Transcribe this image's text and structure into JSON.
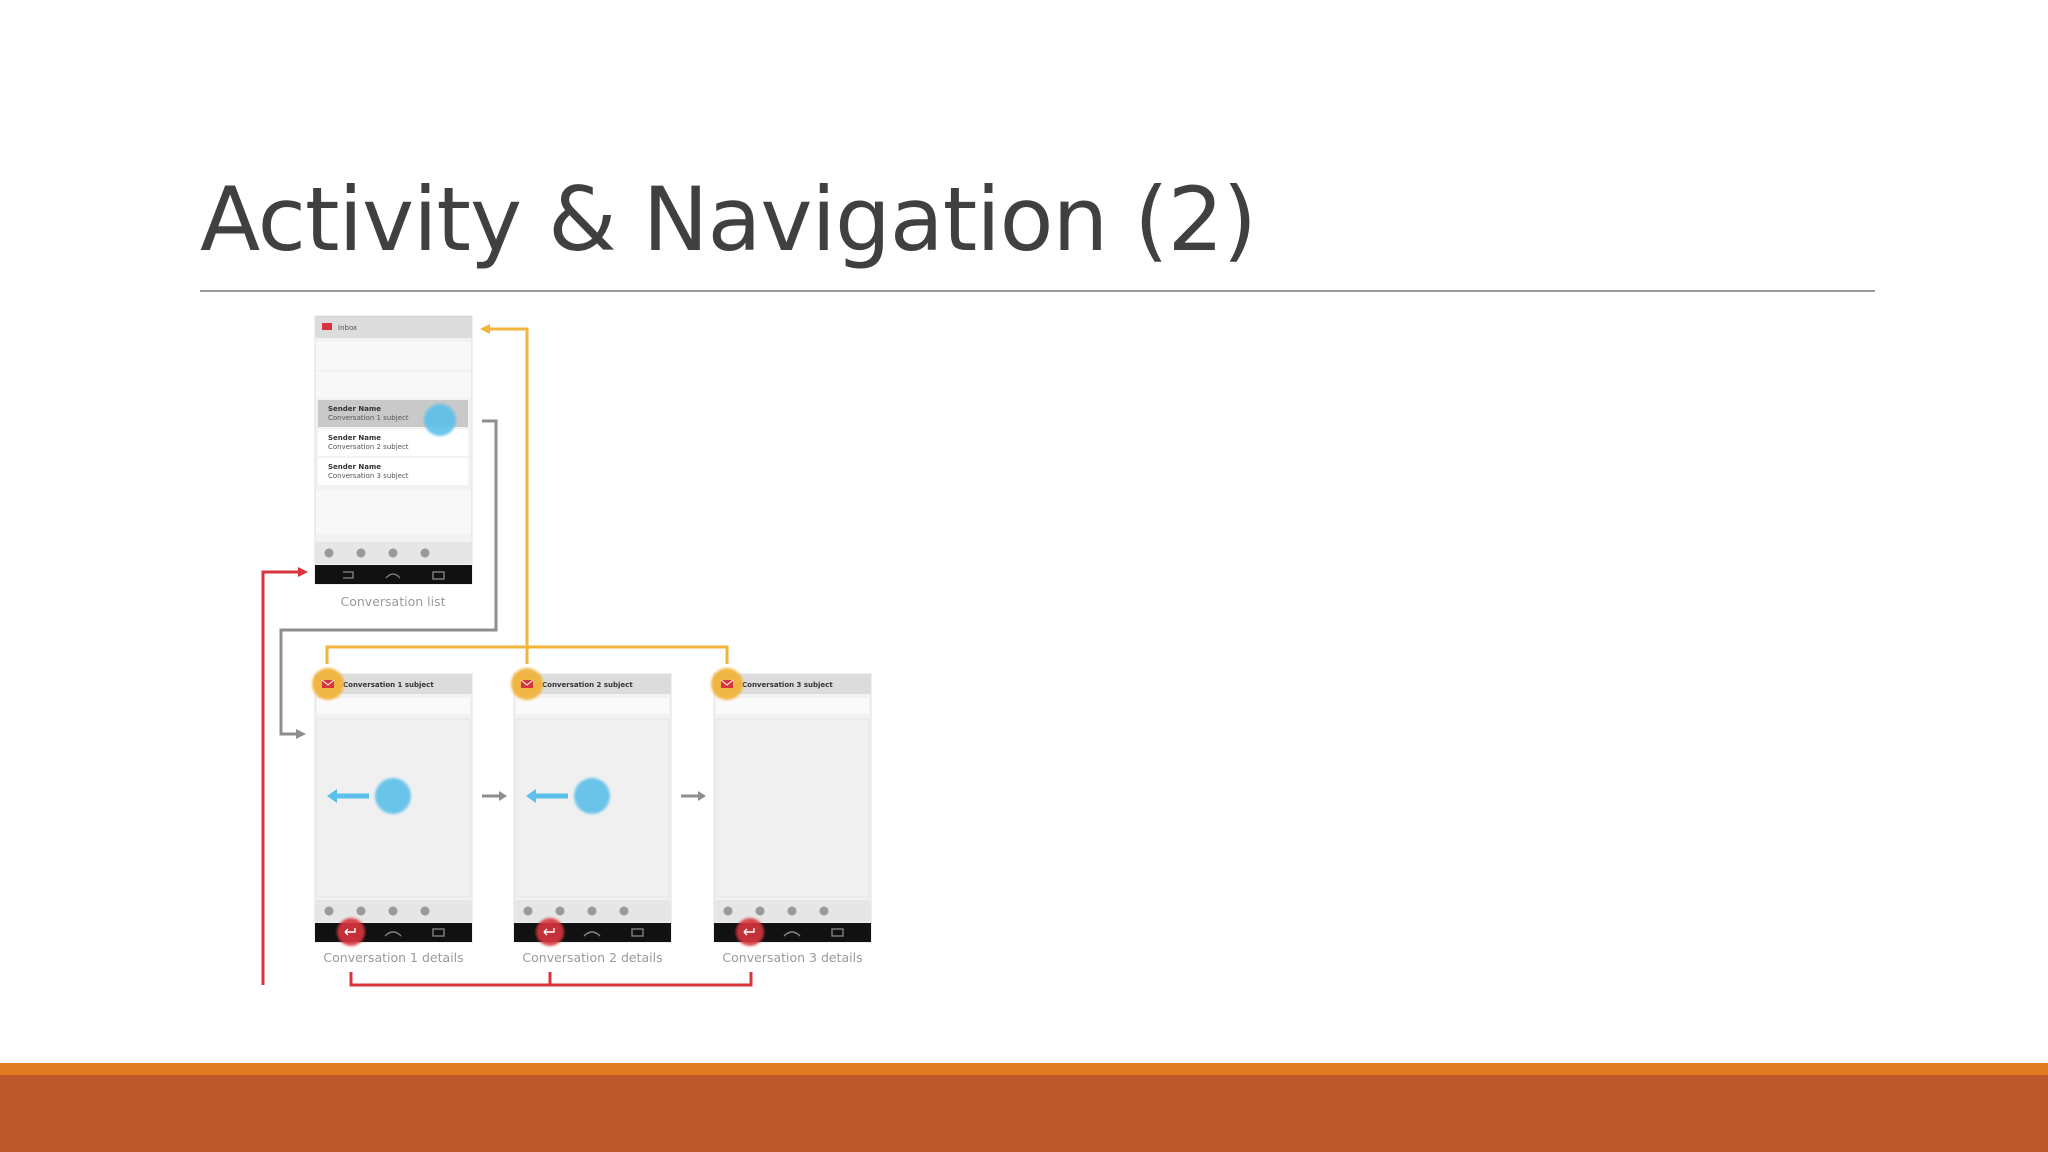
{
  "slide": {
    "title": "Activity & Navigation (2)"
  },
  "colors": {
    "title_text": "#404040",
    "rule": "#9a9a9a",
    "footer_stripe": "#e07b22",
    "footer_band": "#bc582c",
    "nav_yellow": "#f2b43a",
    "nav_red": "#d8343e",
    "nav_gray": "#8e8e8e",
    "touch_blue": "#5bc0ea"
  },
  "diagram": {
    "list_screen": {
      "header": "Inbox",
      "items": [
        {
          "sender": "Sender Name",
          "subject": "Conversation 1 subject"
        },
        {
          "sender": "Sender Name",
          "subject": "Conversation 2 subject"
        },
        {
          "sender": "Sender Name",
          "subject": "Conversation 3 subject"
        }
      ],
      "caption": "Conversation list"
    },
    "detail_screens": [
      {
        "header": "Conversation 1 subject",
        "caption": "Conversation 1 details",
        "icon": "gmail-icon",
        "swipe": true
      },
      {
        "header": "Conversation 2 subject",
        "caption": "Conversation 2 details",
        "icon": "gmail-icon",
        "swipe": true
      },
      {
        "header": "Conversation 3 subject",
        "caption": "Conversation 3 details",
        "icon": "gmail-icon",
        "swipe": false
      }
    ]
  }
}
